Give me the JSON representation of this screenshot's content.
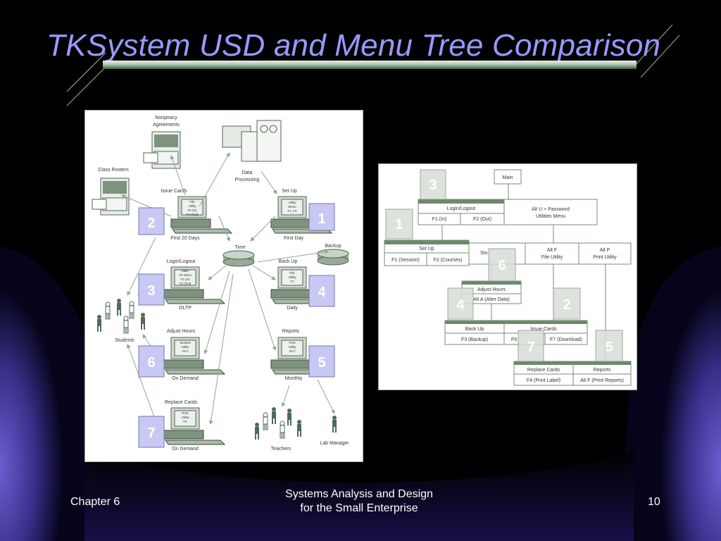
{
  "slide": {
    "title": "TKSystem USD and Menu Tree Comparison",
    "footer_left": "Chapter 6",
    "footer_center_line1": "Systems Analysis and Design",
    "footer_center_line2": "for the Small Enterprise",
    "footer_right": "10"
  },
  "usd": {
    "nonpiracy_1": "Nonpiracy",
    "nonpiracy_2": "Agreements",
    "class_rosters": "Class Rosters",
    "data_processing_1": "Data",
    "data_processing_2": "Processing",
    "issue_cards": "Issue Cards",
    "first_20_days": "First 20 Days",
    "set_up": "Set Up",
    "first_day": "First Day",
    "time": "Time",
    "backup": "Backup",
    "login_logout": "Login/Logout",
    "oltp": "OLTP",
    "back_up": "Back Up",
    "daily": "Daily",
    "adjust_hours": "Adjust Hours",
    "on_demand_1": "On Demand",
    "reports": "Reports",
    "monthly": "Monthly",
    "replace_cards": "Replace Cards",
    "on_demand_2": "On Demand",
    "students": "Students",
    "teachers": "Teachers",
    "lab_manager": "Lab Manager",
    "screen_issue": [
      "File",
      "Utility",
      "F6 (In)",
      "F7 (Out)"
    ],
    "screen_setup": [
      "Utility",
      "Menu",
      "F1, F2"
    ],
    "screen_login": [
      "Main",
      "TK Menu",
      "F1 (In)",
      "F2 (Out)"
    ],
    "screen_backup": [
      "File",
      "Utility",
      "F3"
    ],
    "screen_adjust": [
      "Student",
      "Utility",
      "Alt A"
    ],
    "screen_reports": [
      "Print",
      "Utility",
      "Alt F"
    ],
    "screen_replace": [
      "Print",
      "Utility",
      "F4"
    ],
    "badges": [
      "2",
      "1",
      "3",
      "4",
      "6",
      "5",
      "7"
    ]
  },
  "menu_tree": {
    "main": "Main",
    "login_logout": "Login/Logout",
    "f1_in": "F1 (In)",
    "f2_out": "F2 (Out)",
    "alt_u_1": "Alt U + Password",
    "alt_u_2": "Utilities Menu",
    "set_up": "Set Up",
    "f1_session": "F1 (Session)",
    "f2_courses": "F2 (Courses)",
    "stu_partial": "Stu",
    "alt_f": "Alt F",
    "file_utility": "File Utility",
    "alt_p": "Alt P",
    "print_utility": "Print Utility",
    "adjust_hours": "Adjust Hours",
    "alt_a": "Alt A (Alter Data)",
    "back_up": "Back Up",
    "f3_backup": "F3 (Backup)",
    "issue_cards": "Issue Cards",
    "f6_partial": "F6",
    "f7_download": "F7 (Download)",
    "replace_cards": "Replace Cards",
    "f4_print_label": "F4 (Print Label)",
    "reports": "Reports",
    "alt_f_print": "Alt F (Print Reports)",
    "badges": [
      "3",
      "1",
      "6",
      "4",
      "2",
      "7",
      "5"
    ]
  }
}
